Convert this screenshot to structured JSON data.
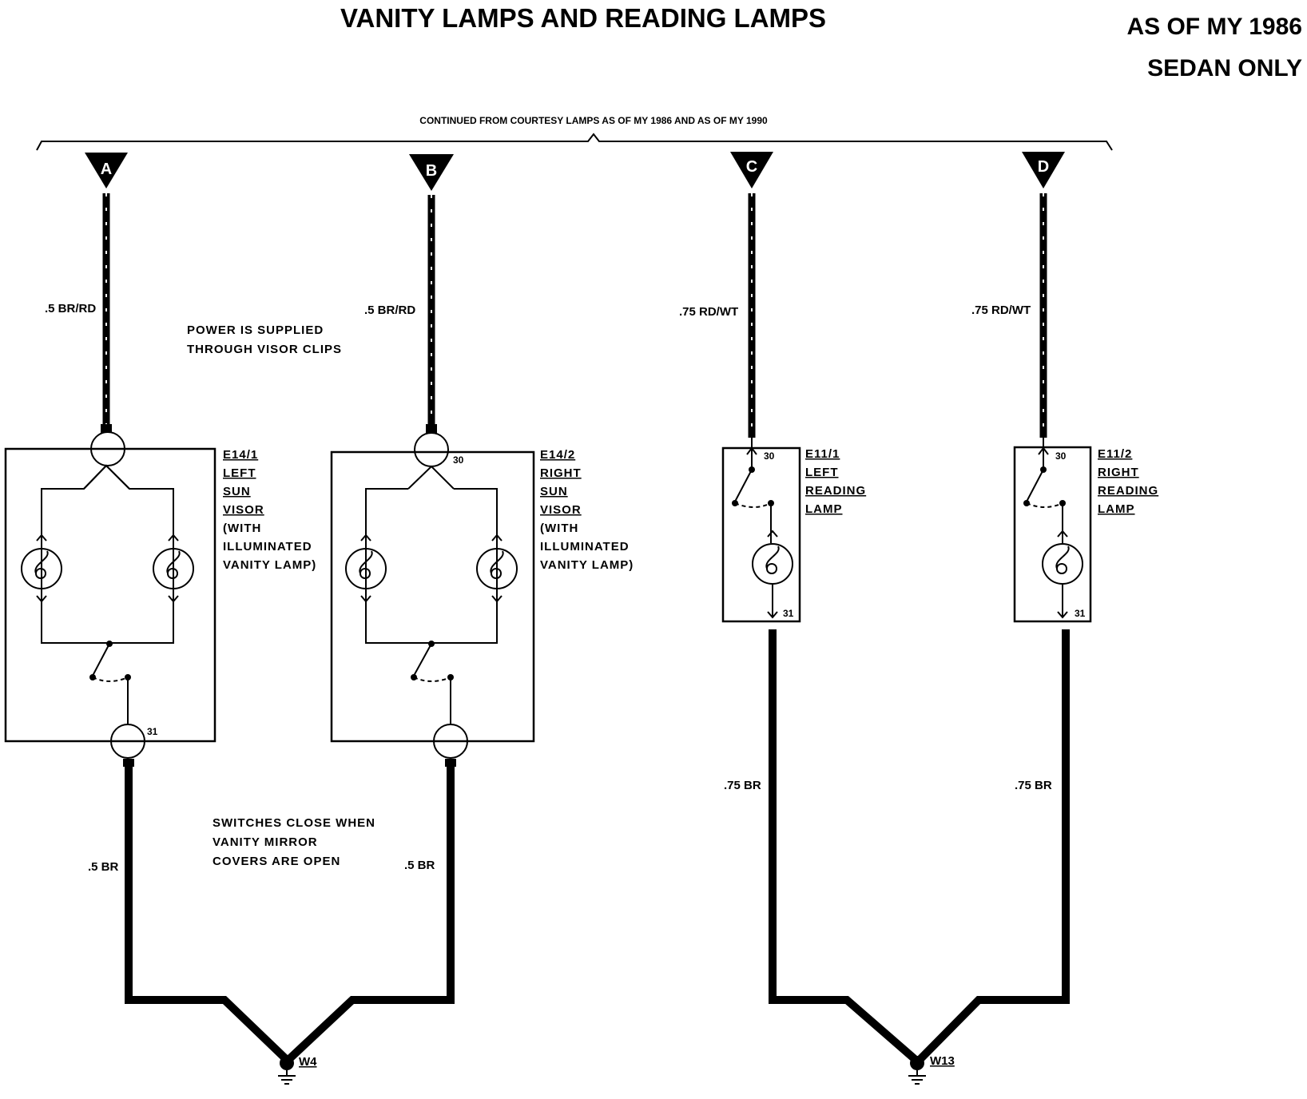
{
  "title": "VANITY LAMPS AND READING LAMPS",
  "model_note": {
    "line1": "AS OF MY 1986",
    "line2": "SEDAN ONLY"
  },
  "bracket_label": "CONTINUED FROM COURTESY LAMPS AS OF MY 1986 AND AS OF MY 1990",
  "connectors": [
    "A",
    "B",
    "C",
    "D"
  ],
  "wires": {
    "a_supply": ".5 BR/RD",
    "b_supply": ".5 BR/RD",
    "c_supply": ".75 RD/WT",
    "d_supply": ".75 RD/WT",
    "a_ground": ".5 BR",
    "b_ground": ".5 BR",
    "c_ground": ".75 BR",
    "d_ground": ".75 BR"
  },
  "notes": {
    "power": [
      "POWER IS SUPPLIED",
      "THROUGH VISOR CLIPS"
    ],
    "switches": [
      "SWITCHES CLOSE WHEN",
      "VANITY MIRROR",
      "COVERS ARE OPEN"
    ]
  },
  "components": {
    "e14_1": [
      "E14/1",
      "LEFT",
      "SUN",
      "VISOR",
      "(WITH",
      "ILLUMINATED",
      "VANITY LAMP)"
    ],
    "e14_2": [
      "E14/2",
      "RIGHT",
      "SUN",
      "VISOR",
      "(WITH",
      "ILLUMINATED",
      "VANITY LAMP)"
    ],
    "e11_1": [
      "E11/1",
      "LEFT",
      "READING",
      "LAMP"
    ],
    "e11_2": [
      "E11/2",
      "RIGHT",
      "READING",
      "LAMP"
    ]
  },
  "pins": {
    "p30": "30",
    "p31": "31"
  },
  "grounds": {
    "w4": "W4",
    "w13": "W13"
  }
}
